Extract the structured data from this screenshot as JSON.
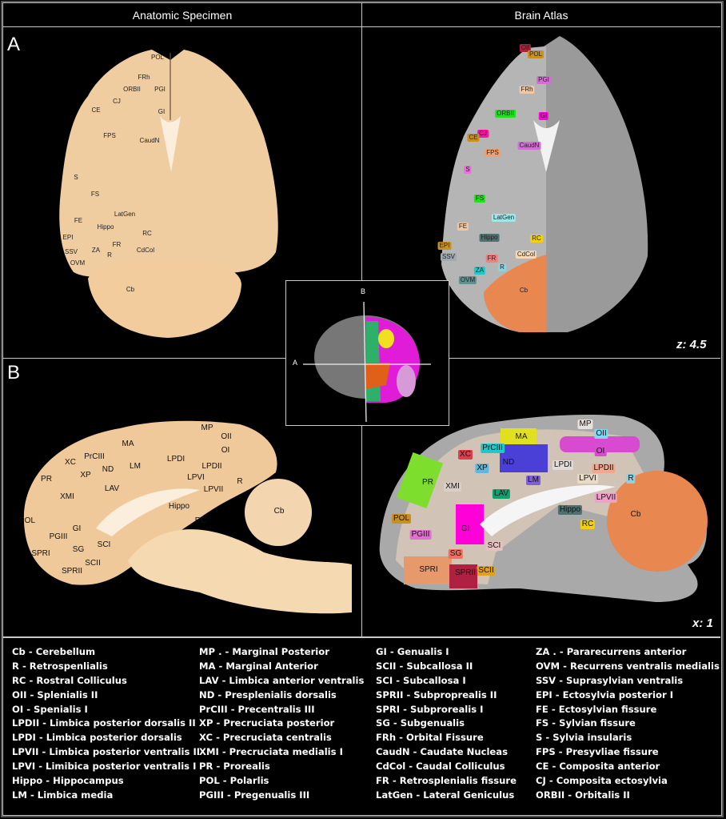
{
  "headers": {
    "left": "Anatomic Specimen",
    "right": "Brain Atlas"
  },
  "panels": {
    "a": {
      "letter": "A",
      "coordinate": "z: 4.5"
    },
    "b": {
      "letter": "B",
      "coordinate": "x: 1"
    }
  },
  "inset": {
    "axis_a": "A",
    "axis_b": "B"
  },
  "labels": {
    "a_specimen": [
      "POL",
      "FRh",
      "ORBII",
      "PGI",
      "CJ",
      "CE",
      "GI",
      "FPS",
      "CaudN",
      "S",
      "FS",
      "LatGen",
      "FE",
      "Hippo",
      "RC",
      "EPI",
      "FR",
      "ZA",
      "SSV",
      "CdCol",
      "R",
      "OVM",
      "Cb"
    ],
    "a_atlas": [
      "Olf",
      "POL",
      "PGI",
      "FRh",
      "ORBII",
      "GI",
      "CJ",
      "CE",
      "CaudN",
      "FPS",
      "S",
      "FS",
      "LatGen",
      "FE",
      "Hippo",
      "RC",
      "EPI",
      "SSV",
      "CdCol",
      "FR",
      "R",
      "ZA",
      "OVM",
      "Cb"
    ],
    "b_specimen": [
      "MP",
      "OII",
      "MA",
      "OI",
      "PrCIII",
      "XC",
      "LPDI",
      "ND",
      "LM",
      "LPDII",
      "PR",
      "XP",
      "LPVI",
      "R",
      "LAV",
      "LPVII",
      "XMI",
      "Hippo",
      "Cb",
      "POL",
      "RC",
      "GI",
      "PGIII",
      "SCI",
      "SG",
      "SPRI",
      "SCII",
      "SPRII"
    ],
    "b_atlas": [
      "MP",
      "OII",
      "MA",
      "OI",
      "PrCIII",
      "XC",
      "XP",
      "ND",
      "LPDI",
      "LPDII",
      "PR",
      "XMI",
      "LM",
      "LPVI",
      "R",
      "LAV",
      "LPVII",
      "Hippo",
      "POL",
      "Cb",
      "RC",
      "GI",
      "PGIII",
      "SCI",
      "SG",
      "SPRI",
      "SCII",
      "SPRII"
    ]
  },
  "legend": [
    [
      "Cb - Cerebellum",
      "R - Retrospenlialis",
      "RC - Rostral Colliculus",
      "OII - Splenialis II",
      "OI - Spenialis I",
      "LPDII - Limbica posterior dorsalis II",
      "LPDI - Limbica posterior dorsalis",
      "LPVII - Limbica posterior ventralis II",
      "LPVI - Limibica posterior ventralis I",
      "Hippo - Hippocampus",
      "LM - Limbica media"
    ],
    [
      "MP . - Marginal Posterior",
      "MA - Marginal Anterior",
      "LAV - Limbica anterior ventralis",
      "ND - Presplenialis dorsalis",
      "PrCIII - Precentralis III",
      "XP - Precruciata posterior",
      "XC - Precruciata centralis",
      "XMI - Precruciata medialis I",
      "PR - Prorealis",
      "POL - Polarlis",
      "PGIII - Pregenualis III"
    ],
    [
      "GI - Genualis I",
      "SCII - Subcallosa II",
      "SCI - Subcallosa I",
      "SPRII - Subproprealis II",
      "SPRI - Subprorealis I",
      "SG - Subgenualis",
      "FRh - Orbital Fissure",
      "CaudN - Caudate Nucleas",
      "CdCol - Caudal Colliculus",
      "FR - Retrosplenialis fissure",
      "LatGen - Lateral Geniculus"
    ],
    [
      "ZA . - Pararecurrens anterior",
      "OVM - Recurrens ventralis medialis",
      "SSV - Suprasylvian ventralis",
      "EPI - Ectosylvia posterior I",
      "FE - Ectosylvian fissure",
      "FS - Sylvian fissure",
      "S - Sylvia insularis",
      "FPS - Presyvliae fissure",
      "CE - Composita anterior",
      "CJ - Composita ectosylvia",
      "ORBII - Orbitalis II"
    ]
  ],
  "colors": {
    "specimen": "#f3d2a6",
    "cerebellum_atlas": "#e8874f",
    "frame": "#c8c8c8"
  }
}
